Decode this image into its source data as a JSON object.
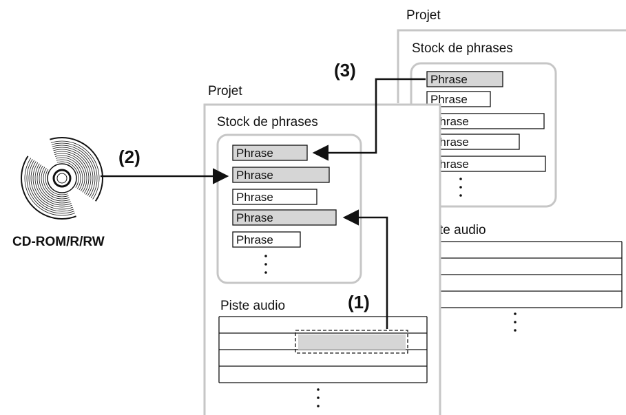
{
  "cd": {
    "label": "CD-ROM/R/RW"
  },
  "steps": {
    "s1": "(1)",
    "s2": "(2)",
    "s3": "(3)"
  },
  "project_front": {
    "title": "Projet",
    "stock_label": "Stock de phrases",
    "phrases": [
      "Phrase",
      "Phrase",
      "Phrase",
      "Phrase",
      "Phrase"
    ],
    "highlighted": [
      true,
      true,
      false,
      true,
      false
    ],
    "track_label": "Piste audio"
  },
  "project_back": {
    "title": "Projet",
    "stock_label": "Stock de phrases",
    "phrases": [
      "Phrase",
      "Phrase",
      "Phrase",
      "Phrase",
      "Phrase"
    ],
    "highlighted": [
      true,
      false,
      false,
      false,
      false
    ],
    "track_label": "Piste audio",
    "track_label_visible": "te audio"
  },
  "colors": {
    "highlight": "#d6d6d6",
    "frame": "#c6c6c6",
    "line": "#111111"
  }
}
